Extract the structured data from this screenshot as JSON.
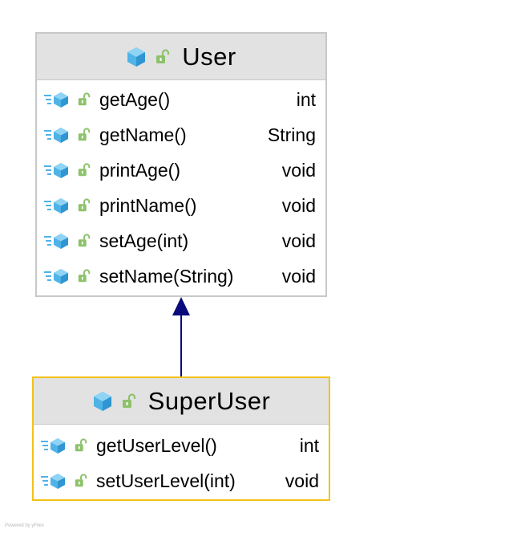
{
  "diagram": {
    "classes": [
      {
        "id": "user",
        "name": "User",
        "border_color": "#c8c8c8",
        "class_icon": "class-cube-icon",
        "visibility_icon": "public-lock-icon",
        "members": [
          {
            "name": "getAge()",
            "type": "int",
            "icon": "method-icon",
            "visibility_icon": "public-lock-icon"
          },
          {
            "name": "getName()",
            "type": "String",
            "icon": "method-icon",
            "visibility_icon": "public-lock-icon"
          },
          {
            "name": "printAge()",
            "type": "void",
            "icon": "method-icon",
            "visibility_icon": "public-lock-icon"
          },
          {
            "name": "printName()",
            "type": "void",
            "icon": "method-icon",
            "visibility_icon": "public-lock-icon"
          },
          {
            "name": "setAge(int)",
            "type": "void",
            "icon": "method-icon",
            "visibility_icon": "public-lock-icon"
          },
          {
            "name": "setName(String)",
            "type": "void",
            "icon": "method-icon",
            "visibility_icon": "public-lock-icon"
          }
        ]
      },
      {
        "id": "superuser",
        "name": "SuperUser",
        "border_color": "#f2c218",
        "class_icon": "class-cube-icon",
        "visibility_icon": "public-lock-icon",
        "members": [
          {
            "name": "getUserLevel()",
            "type": "int",
            "icon": "method-icon",
            "visibility_icon": "public-lock-icon"
          },
          {
            "name": "setUserLevel(int)",
            "type": "void",
            "icon": "method-icon",
            "visibility_icon": "public-lock-icon"
          }
        ]
      }
    ],
    "relations": [
      {
        "from": "SuperUser",
        "to": "User",
        "kind": "inheritance",
        "color": "#0a0a7d"
      }
    ],
    "colors": {
      "cube": "#4fb3e8",
      "lock": "#8dc26b",
      "arrow": "#0a0a7d",
      "header_bg": "#e2e2e2"
    },
    "footer": "Powered by yFiles"
  }
}
